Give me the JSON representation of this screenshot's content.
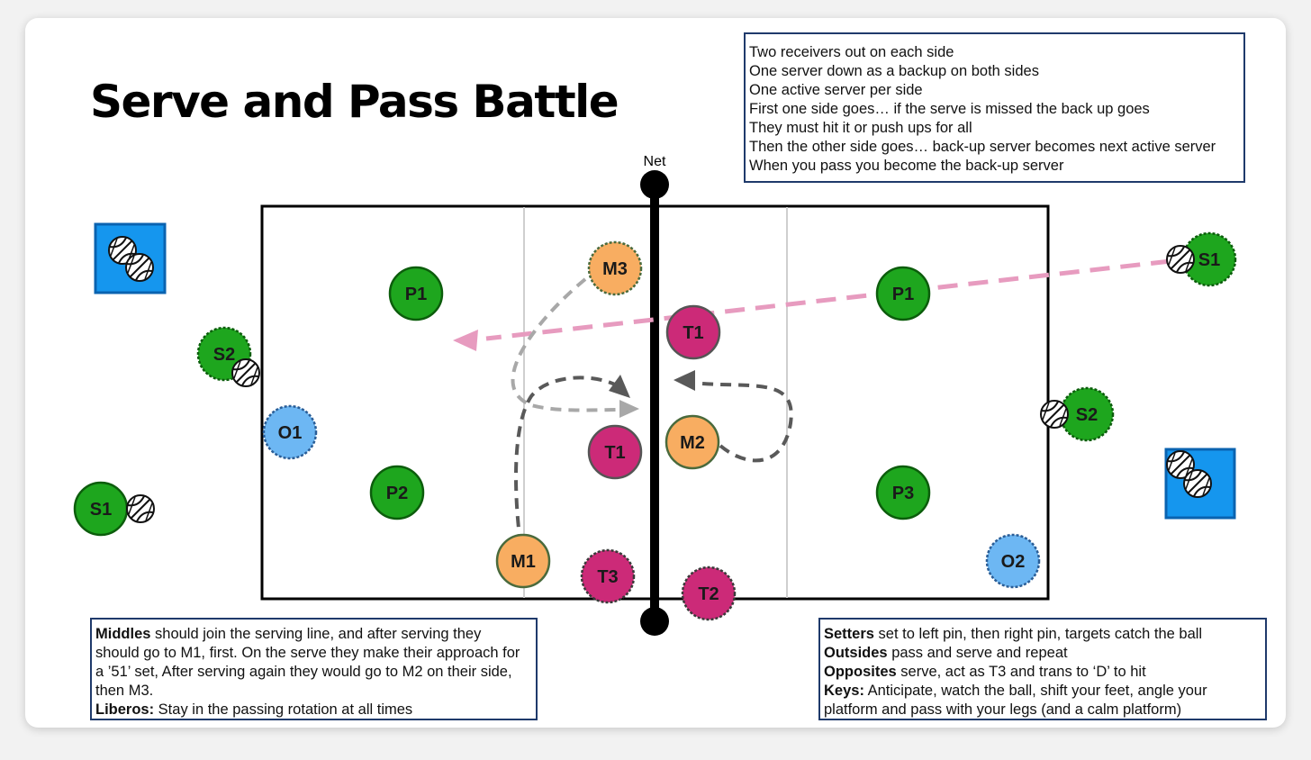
{
  "title": "Serve and Pass Battle",
  "net_label": "Net",
  "notes": [
    "Two receivers out on each side",
    "One server down as a backup on both sides",
    "One active server per side",
    "First one side goes… if the serve is missed the back up goes",
    "They must hit it or push ups for all",
    "Then the other side goes… back-up server becomes next active server",
    "When you pass you become the back-up server"
  ],
  "left_box": {
    "middles_label": "Middles",
    "middles_text": [
      " should join the serving line, and after serving they",
      "should go to M1, first. On the serve they make their approach for",
      "a ’51’ set, After serving again they would go to M2 on their side,",
      "then M3."
    ],
    "liberos_label": "Liberos:",
    "liberos_text": " Stay in the passing rotation at all times"
  },
  "right_box": {
    "setters_label": "Setters",
    "setters_text": " set to left pin, then right pin, targets catch the ball",
    "outsides_label": "Outsides",
    "outsides_text": " pass and serve and repeat",
    "opposites_label": "Opposites",
    "opposites_text": " serve, act as T3 and trans to ‘D’ to hit",
    "keys_label": "Keys:",
    "keys_text": [
      " Anticipate, watch the ball, shift your feet, angle your",
      "platform and pass with your legs (and a calm platform)"
    ]
  },
  "players": [
    {
      "id": "left-p1",
      "label": "P1",
      "role": "passer",
      "side": "left"
    },
    {
      "id": "left-p2",
      "label": "P2",
      "role": "passer",
      "side": "left"
    },
    {
      "id": "left-s2",
      "label": "S2",
      "role": "server-backup",
      "side": "left"
    },
    {
      "id": "left-s1",
      "label": "S1",
      "role": "server",
      "side": "left"
    },
    {
      "id": "left-o1",
      "label": "O1",
      "role": "opposite",
      "side": "left"
    },
    {
      "id": "m3",
      "label": "M3",
      "role": "middle",
      "side": "left"
    },
    {
      "id": "m1",
      "label": "M1",
      "role": "middle",
      "side": "left"
    },
    {
      "id": "t1-left",
      "label": "T1",
      "role": "target",
      "side": "left"
    },
    {
      "id": "t3",
      "label": "T3",
      "role": "target",
      "side": "left"
    },
    {
      "id": "t1-right",
      "label": "T1",
      "role": "target",
      "side": "right"
    },
    {
      "id": "m2",
      "label": "M2",
      "role": "middle",
      "side": "right"
    },
    {
      "id": "t2",
      "label": "T2",
      "role": "target",
      "side": "right"
    },
    {
      "id": "right-p1",
      "label": "P1",
      "role": "passer",
      "side": "right"
    },
    {
      "id": "right-p3",
      "label": "P3",
      "role": "passer",
      "side": "right"
    },
    {
      "id": "right-s1",
      "label": "S1",
      "role": "server",
      "side": "right"
    },
    {
      "id": "right-s2",
      "label": "S2",
      "role": "server-backup",
      "side": "right"
    },
    {
      "id": "right-o2",
      "label": "O2",
      "role": "opposite",
      "side": "right"
    }
  ],
  "colors": {
    "passer": "#1ea61e",
    "middle": "#f8ad61",
    "target": "#cc2a78",
    "opposite": "#6db7f3",
    "ball_cart": "#1596ee",
    "serve_path": "#e79bbf",
    "middle_path_dark": "#595959",
    "middle_path_light": "#a8a8a8"
  }
}
